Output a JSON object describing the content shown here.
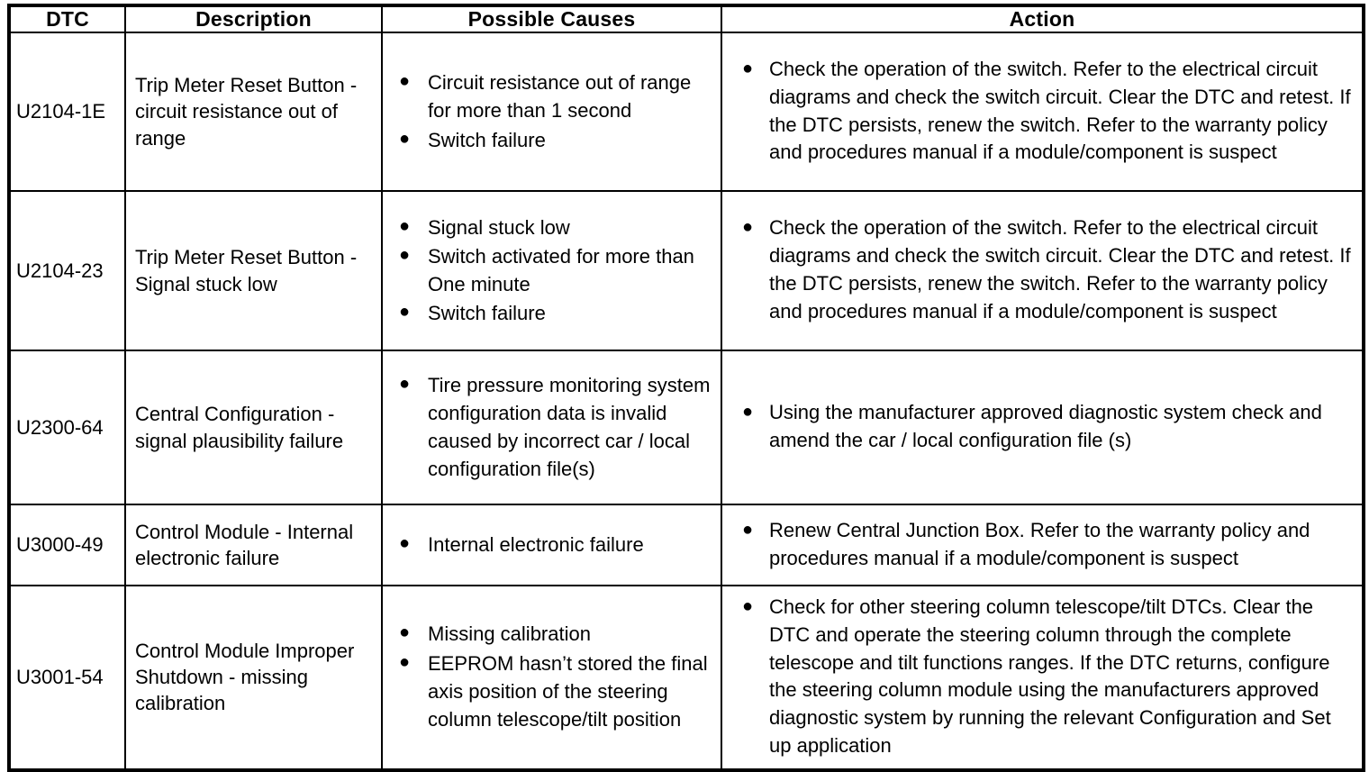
{
  "table": {
    "columns": [
      {
        "key": "dtc",
        "label": "DTC"
      },
      {
        "key": "description",
        "label": "Description"
      },
      {
        "key": "causes",
        "label": "Possible Causes"
      },
      {
        "key": "action",
        "label": "Action"
      }
    ],
    "bullet_glyph": "●",
    "rows": [
      {
        "dtc": "U2104-1E",
        "description": "Trip Meter Reset Button - circuit resistance out of range",
        "causes": [
          "Circuit resistance out of range for more than 1 second",
          "Switch failure"
        ],
        "action": [
          "Check the operation of the switch. Refer to the electrical circuit diagrams and check the switch circuit. Clear the DTC and retest. If the DTC persists, renew the switch. Refer to the warranty policy and procedures manual if a module/component is suspect"
        ]
      },
      {
        "dtc": "U2104-23",
        "description": "Trip Meter Reset Button - Signal stuck low",
        "causes": [
          "Signal stuck low",
          "Switch activated for more than One minute",
          "Switch failure"
        ],
        "action": [
          "Check the operation of the switch. Refer to the electrical circuit diagrams and check the switch circuit. Clear the DTC and retest. If the DTC persists, renew the switch. Refer to the warranty policy and procedures manual if a module/component is suspect"
        ]
      },
      {
        "dtc": "U2300-64",
        "description": "Central Configuration - signal plausibility failure",
        "causes": [
          "Tire pressure monitoring system configuration data is invalid caused by incorrect car / local configuration file(s)"
        ],
        "action": [
          "Using the manufacturer approved diagnostic system check and amend the car / local configuration file (s)"
        ]
      },
      {
        "dtc": "U3000-49",
        "description": "Control Module - Internal electronic failure",
        "causes": [
          "Internal electronic failure"
        ],
        "action": [
          "Renew Central Junction Box. Refer to the warranty policy and procedures manual if a module/component is suspect"
        ]
      },
      {
        "dtc": "U3001-54",
        "description": "Control Module Improper Shutdown - missing calibration",
        "causes": [
          "Missing calibration",
          "EEPROM hasn’t stored the final axis position of the steering column telescope/tilt position"
        ],
        "action": [
          "Check for other steering column telescope/tilt DTCs. Clear the DTC and operate the steering column through the complete telescope and tilt functions ranges. If the DTC returns, configure the steering column module using the manufacturers approved diagnostic system by running the relevant Configuration and Set up application"
        ]
      }
    ]
  }
}
